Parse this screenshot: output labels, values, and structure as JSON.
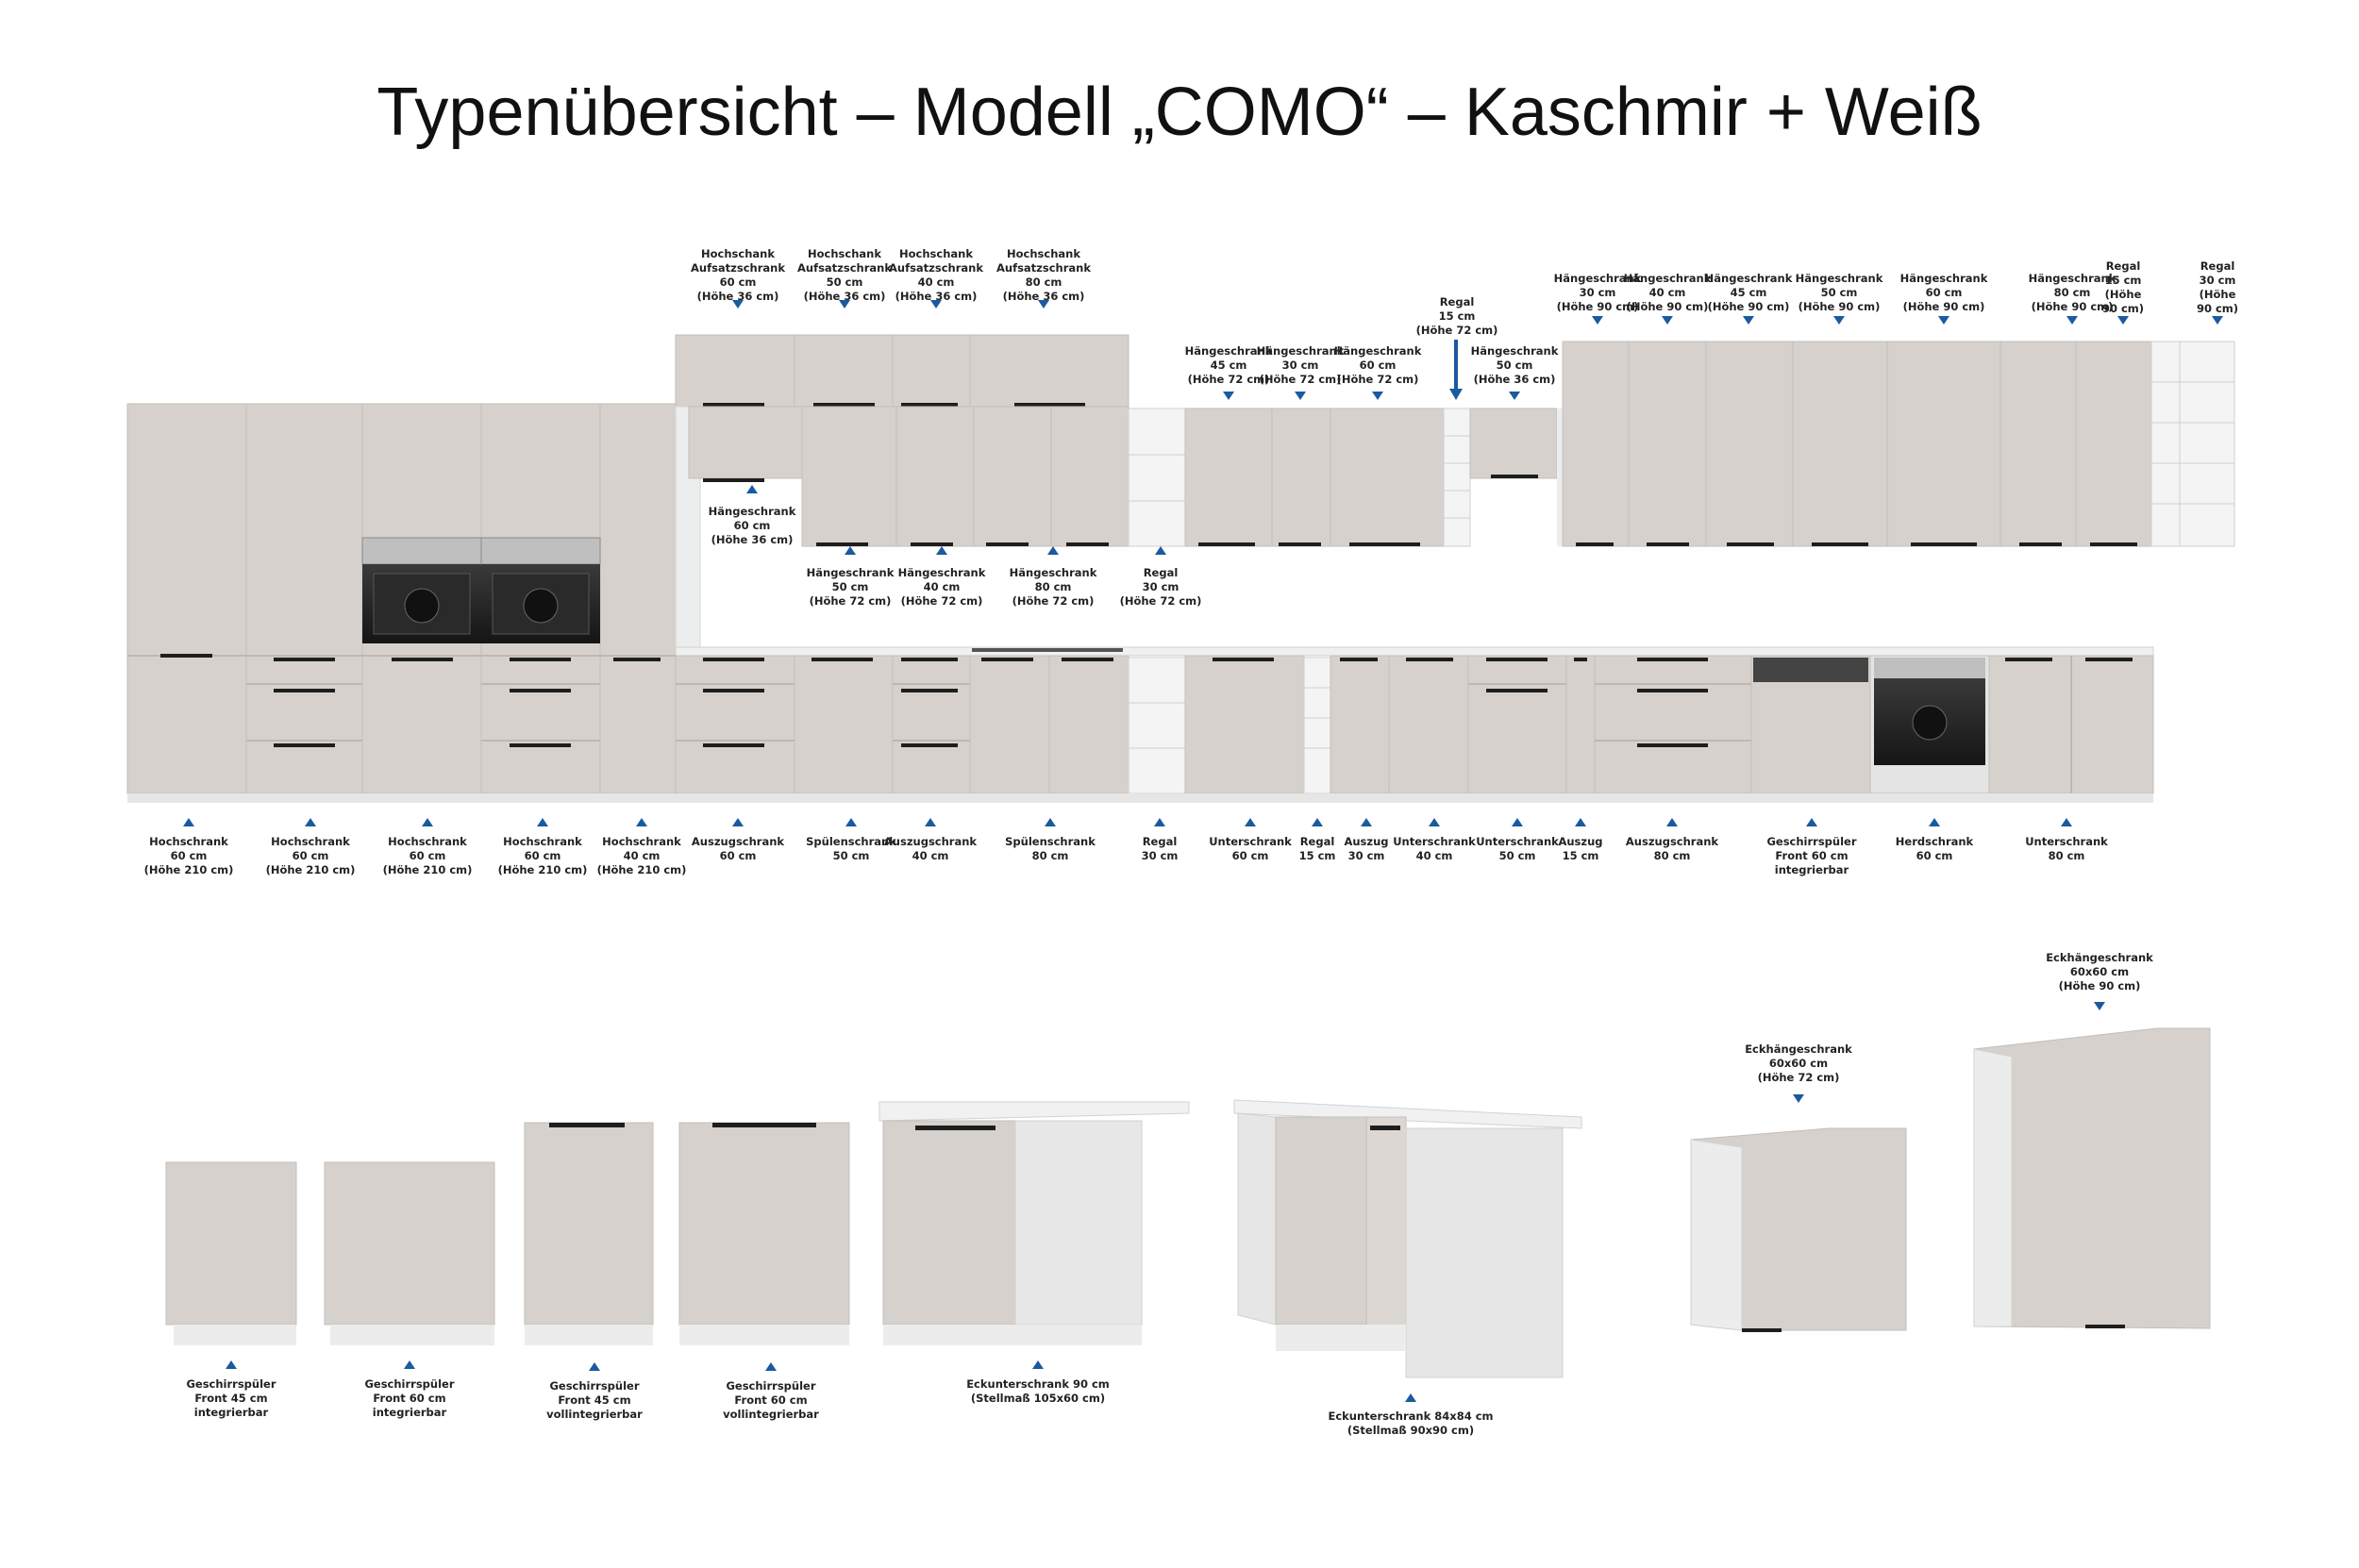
{
  "title": "Typenübersicht – Modell „COMO“ – Kaschmir + Weiß",
  "colors": {
    "front": "#d5d0cc",
    "front_dark": "#c9c4c0",
    "carcass": "#eceeee",
    "plinth": "#e6e6e6",
    "handle": "#1e1e1e",
    "arrow": "#1a5aa0"
  },
  "labels": {
    "t1": "Hochschank\nAufsatzschrank\n60 cm\n(Höhe 36 cm)",
    "t2": "Hochschank\nAufsatzschrank\n50 cm\n(Höhe 36 cm)",
    "t3": "Hochschank\nAufsatzschrank\n40 cm\n(Höhe 36 cm)",
    "t4": "Hochschank\nAufsatzschrank\n80 cm\n(Höhe 36 cm)",
    "w1": "Hängeschrank\n45 cm\n(Höhe 72 cm)",
    "w2": "Hängeschrank\n30 cm\n(Höhe 72 cm)",
    "w3": "Hängeschrank\n60 cm\n(Höhe 72 cm)",
    "r1": "Regal\n15 cm\n(Höhe 72 cm)",
    "w4": "Hängeschrank\n50 cm\n(Höhe 36 cm)",
    "h1": "Hängeschrank\n30 cm\n(Höhe 90 cm)",
    "h2": "Hängeschrank\n40 cm\n(Höhe 90 cm)",
    "h3": "Hängeschrank\n45 cm\n(Höhe 90 cm)",
    "h4": "Hängeschrank\n50 cm\n(Höhe 90 cm)",
    "h5": "Hängeschrank\n60 cm\n(Höhe 90 cm)",
    "h6": "Hängeschrank\n80 cm\n(Höhe 90 cm)",
    "h7": "Regal\n15 cm\n(Höhe\n90 cm)",
    "h8": "Regal\n30 cm\n(Höhe\n90 cm)",
    "m1": "Hängeschrank\n60 cm\n(Höhe 36 cm)",
    "m2": "Hängeschrank\n50 cm\n(Höhe 72 cm)",
    "m3": "Hängeschrank\n40 cm\n(Höhe 72 cm)",
    "m4": "Hängeschrank\n80 cm\n(Höhe 72 cm)",
    "m5": "Regal\n30 cm\n(Höhe 72 cm)",
    "b1": "Hochschrank\n60 cm\n(Höhe 210 cm)",
    "b2": "Hochschrank\n60 cm\n(Höhe 210 cm)",
    "b3": "Hochschrank\n60 cm\n(Höhe 210 cm)",
    "b4": "Hochschrank\n60 cm\n(Höhe 210 cm)",
    "b5": "Hochschrank\n40 cm\n(Höhe 210 cm)",
    "b6": "Auszugschrank\n60 cm",
    "b7": "Spülenschrank\n50 cm",
    "b8": "Auszugschrank\n40 cm",
    "b9": "Spülenschrank\n80 cm",
    "b10": "Regal\n30 cm",
    "b11": "Unterschrank\n60 cm",
    "b12": "Regal\n15 cm",
    "b13": "Auszug\n30 cm",
    "b14": "Unterschrank\n40 cm",
    "b15": "Unterschrank\n50 cm",
    "b16": "Auszug\n15 cm",
    "b17": "Auszugschrank\n80 cm",
    "b18": "Geschirrspüler\nFront 60 cm\nintegrierbar",
    "b19": "Herdschrank\n60 cm",
    "b20": "Unterschrank\n80 cm",
    "c1": "Geschirrspüler\nFront 45 cm\nintegrierbar",
    "c2": "Geschirrspüler\nFront 60 cm\nintegrierbar",
    "c3": "Geschirrspüler\nFront 45 cm\nvollintegrierbar",
    "c4": "Geschirrspüler\nFront 60 cm\nvollintegrierbar",
    "c5": "Eckunterschrank 90 cm\n(Stellmaß 105x60 cm)",
    "c6": "Eckunterschrank 84x84 cm\n(Stellmaß 90x90 cm)",
    "c7": "Eckhängeschrank\n60x60 cm\n(Höhe 72 cm)",
    "c8": "Eckhängeschrank\n60x60 cm\n(Höhe 90 cm)"
  }
}
